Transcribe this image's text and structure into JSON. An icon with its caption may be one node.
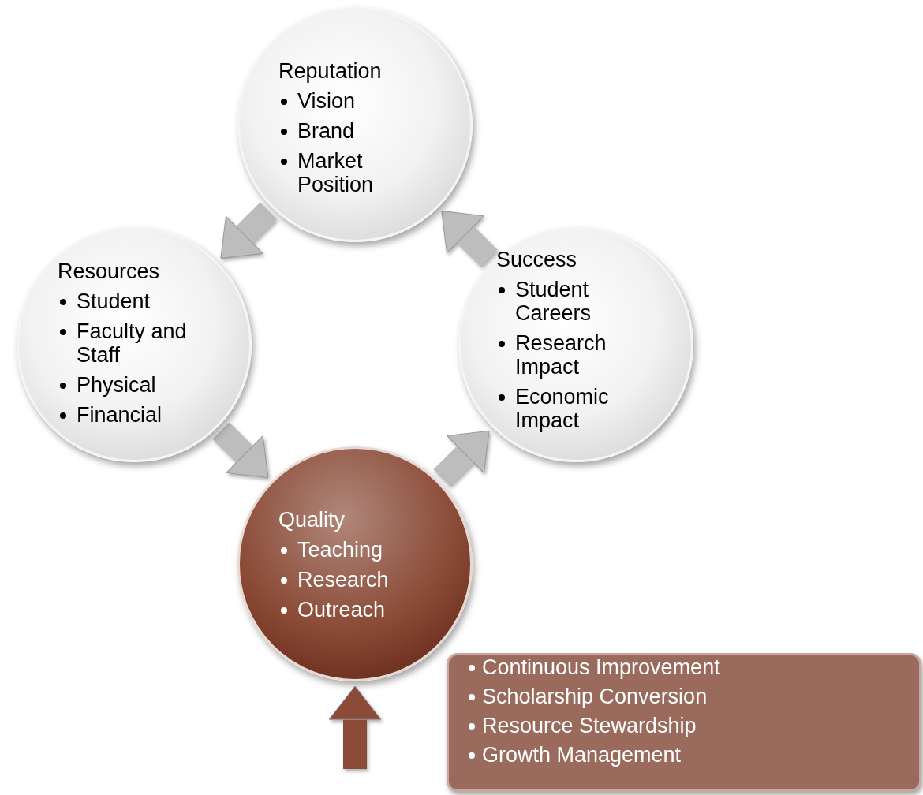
{
  "diagram": {
    "nodes": [
      {
        "text": [
          "Reputation",
          "Vision",
          "Brand",
          "Market Position"
        ]
      },
      {
        "text": [
          "Resources",
          "Student",
          "Faculty and Staff",
          "Physical",
          "Financial"
        ]
      },
      {
        "text": [
          "Success",
          "Student Careers",
          "Research Impact",
          "Economic Impact"
        ]
      },
      {
        "text": [
          "Quality",
          "Teaching",
          "Research",
          "Outreach"
        ]
      },
      {
        "text": [
          "Continuous Improvement",
          "Scholarship Conversion",
          "Resource Stewardship",
          "Growth Management"
        ]
      }
    ],
    "edges": [
      {
        "from": 1,
        "to": 3,
        "arrow": "to"
      },
      {
        "from": 3,
        "to": 2,
        "arrow": "to"
      },
      {
        "from": 2,
        "to": 0,
        "arrow": "to"
      },
      {
        "from": 0,
        "to": 1,
        "arrow": "to"
      },
      {
        "from": null,
        "to": 3,
        "arrow": "to",
        "color": "#8c4a38"
      }
    ]
  }
}
